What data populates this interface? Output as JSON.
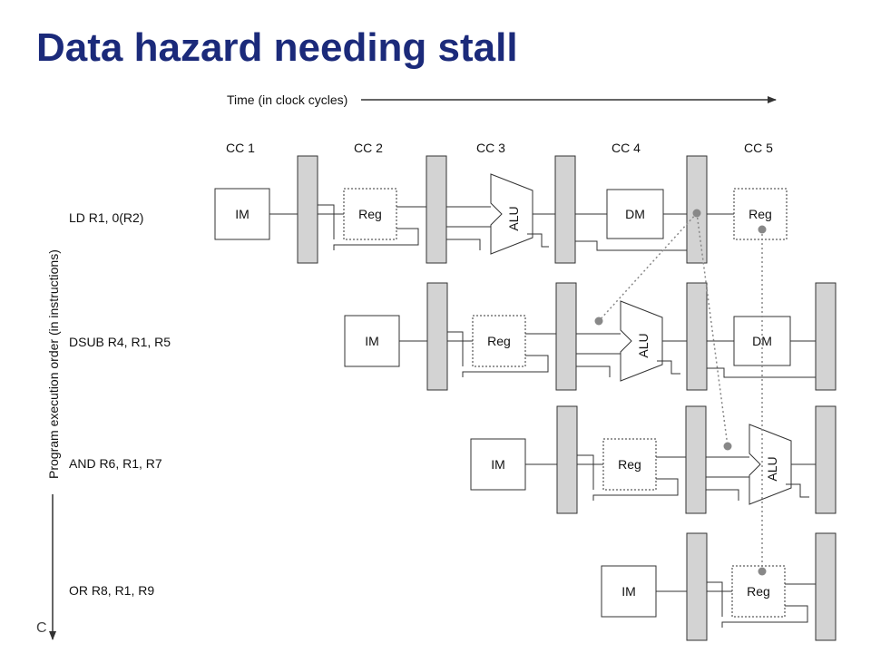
{
  "slide": {
    "title": "Data hazard needing stall",
    "footer_text": "C"
  },
  "axes": {
    "time_label": "Time (in clock cycles)",
    "order_label": "Program execution order (in instructions)"
  },
  "clock_cycles": [
    "CC 1",
    "CC 2",
    "CC 3",
    "CC 4",
    "CC 5"
  ],
  "units": {
    "im": "IM",
    "reg": "Reg",
    "alu": "ALU",
    "dm": "DM"
  },
  "instructions": [
    {
      "label": "LD  R1, 0(R2)"
    },
    {
      "label": "DSUB R4, R1, R5"
    },
    {
      "label": "AND R6, R1, R7"
    },
    {
      "label": "OR R8, R1, R9"
    }
  ],
  "colors": {
    "title": "#1b2a7a",
    "pipeline_register": "#d3d3d3",
    "stroke": "#333333",
    "forward_line": "#888888"
  }
}
